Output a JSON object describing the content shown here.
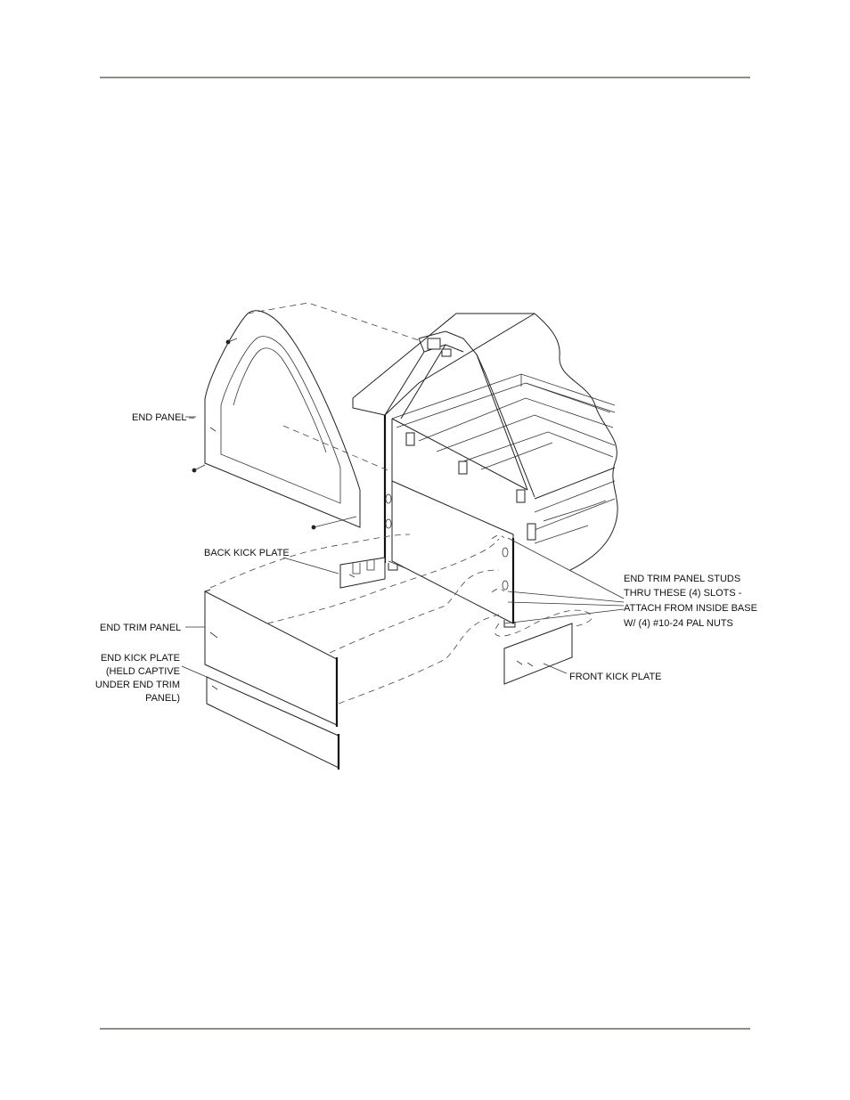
{
  "labels": {
    "end_panel": "END PANEL",
    "back_kick_plate": "BACK KICK PLATE",
    "end_trim_panel": "END TRIM PANEL",
    "end_kick_plate": [
      "END KICK PLATE",
      "(HELD CAPTIVE",
      "UNDER END TRIM",
      "PANEL)"
    ],
    "studs_note": [
      "END TRIM PANEL STUDS",
      "THRU THESE (4) SLOTS -",
      "ATTACH FROM INSIDE BASE",
      "W/ (4) #10-24 PAL NUTS"
    ],
    "front_kick_plate": "FRONT KICK PLATE"
  },
  "colors": {
    "rule": "#8f8f7c",
    "ink": "#222222"
  }
}
